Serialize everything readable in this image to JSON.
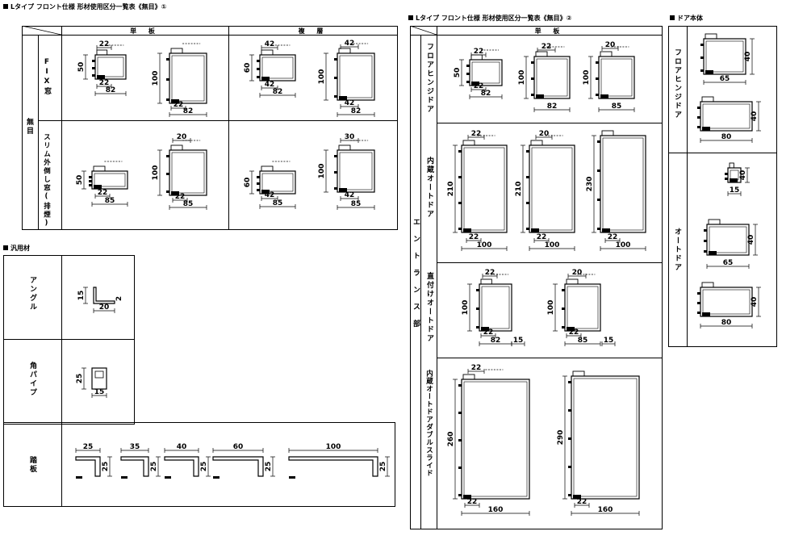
{
  "sections": {
    "l1_title": "Lタイプ フロント仕様 形材使用区分一覧表《無目》①",
    "l2_title": "Lタイプ フロント仕様 形材使用区分一覧表《無目》②",
    "door_title": "ドア本体",
    "general_title": "汎用材"
  },
  "table1": {
    "col_single": "単 板",
    "col_double": "複 層",
    "group_label": "無目",
    "row_fix": "FIX窓",
    "row_slim": "スリム外倒し窓(排煙)"
  },
  "table2": {
    "col_single": "単 板",
    "group_label": "エントランス部",
    "row_floor_hinge": "フロアヒンジドア",
    "row_builtin_auto": "内蔵オートドア",
    "row_direct_auto": "直付けオートドア",
    "row_double_slide": "内蔵オートドアダブルスライド"
  },
  "door_table": {
    "row_floor_hinge": "フロアヒンジドア",
    "row_auto": "オートドア"
  },
  "general_table": {
    "row_angle": "アングル",
    "row_pipe": "角パイプ",
    "row_stair": "踏板"
  },
  "dims": {
    "t1_fix_s1": [
      "22",
      "50",
      "22",
      "82"
    ],
    "t1_fix_s2": [
      "100",
      "22",
      "82"
    ],
    "t1_fix_d1": [
      "42",
      "60",
      "42",
      "82"
    ],
    "t1_fix_d2": [
      "42",
      "100",
      "42",
      "82"
    ],
    "t1_slim_s1": [
      "50",
      "22",
      "85"
    ],
    "t1_slim_s2": [
      "20",
      "100",
      "22",
      "85"
    ],
    "t1_slim_d1": [
      "60",
      "42",
      "85"
    ],
    "t1_slim_d2": [
      "30",
      "100",
      "42",
      "85"
    ],
    "t2_fh1": [
      "22",
      "50",
      "22",
      "82"
    ],
    "t2_fh2": [
      "22",
      "100",
      "82"
    ],
    "t2_fh3": [
      "20",
      "100",
      "85"
    ],
    "t2_ba1": [
      "22",
      "210",
      "22",
      "100"
    ],
    "t2_ba2": [
      "20",
      "210",
      "22",
      "100"
    ],
    "t2_ba3": [
      "230",
      "22",
      "100"
    ],
    "t2_da1": [
      "22",
      "100",
      "22",
      "82",
      "15"
    ],
    "t2_da2": [
      "20",
      "100",
      "22",
      "85",
      "15"
    ],
    "t2_ds1": [
      "22",
      "260",
      "22",
      "160"
    ],
    "t2_ds2": [
      "290",
      "22",
      "160"
    ],
    "door_fh1": [
      "40",
      "65"
    ],
    "door_fh2": [
      "40",
      "80"
    ],
    "door_a1": [
      "40",
      "15"
    ],
    "door_a2": [
      "40",
      "65"
    ],
    "door_a3": [
      "40",
      "80"
    ],
    "angle": [
      "15",
      "2",
      "20"
    ],
    "pipe": [
      "25",
      "15"
    ],
    "stairs": [
      {
        "w": "25",
        "h": "25"
      },
      {
        "w": "35",
        "h": "25"
      },
      {
        "w": "40",
        "h": "25"
      },
      {
        "w": "60",
        "h": "25"
      },
      {
        "w": "100",
        "h": "25"
      }
    ]
  }
}
